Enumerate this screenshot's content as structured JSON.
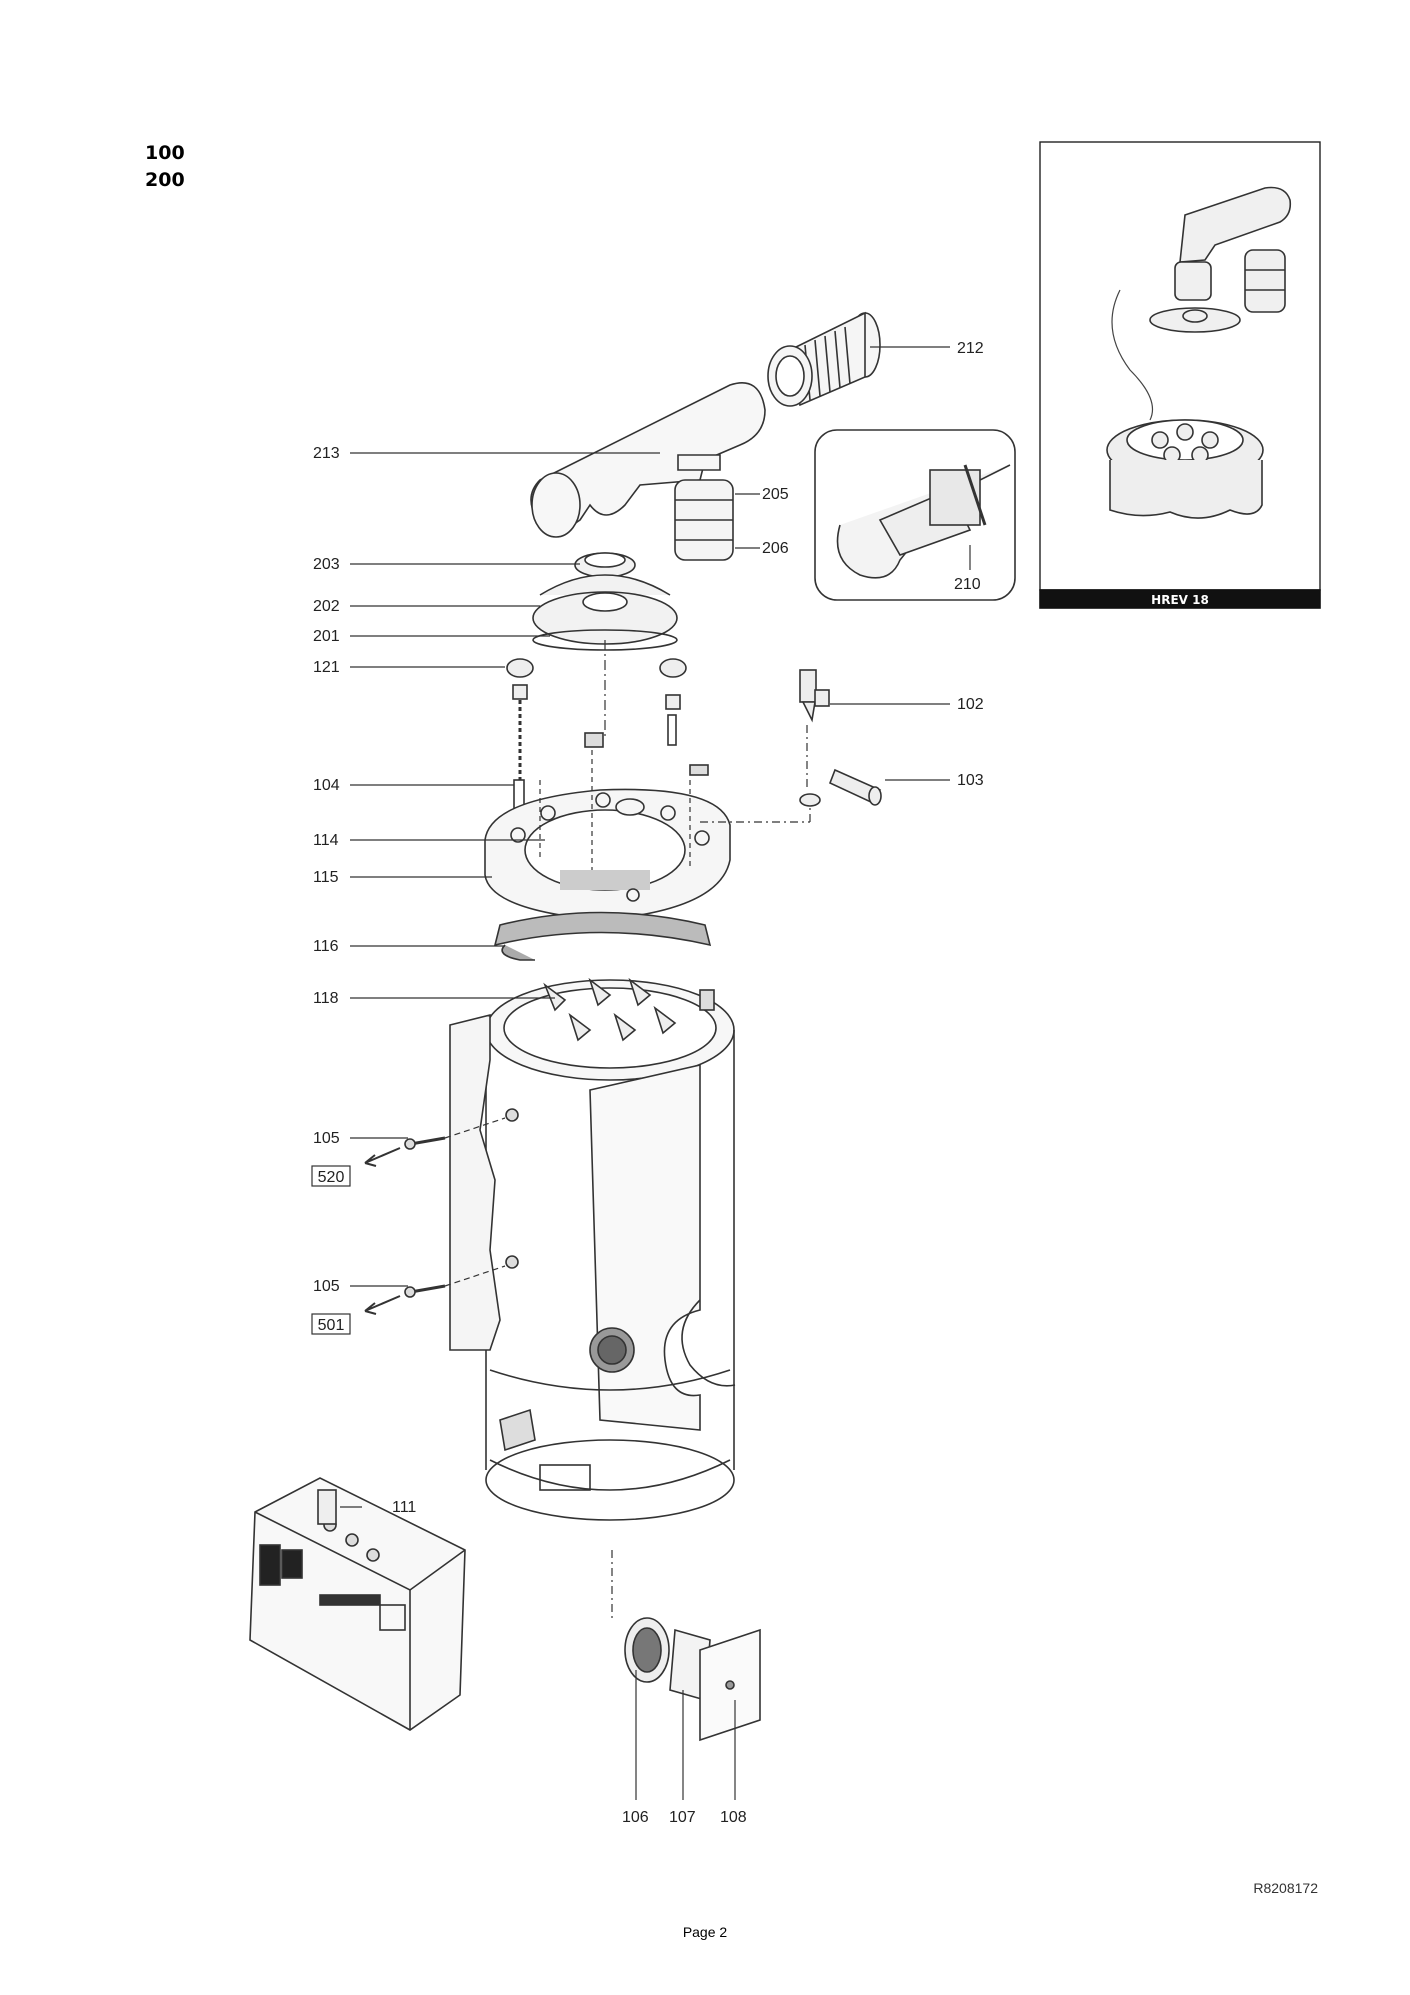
{
  "header": {
    "codes": [
      "100",
      "200"
    ]
  },
  "inset": {
    "title": "HREV 18"
  },
  "callouts": {
    "c212": "212",
    "c213": "213",
    "c205": "205",
    "c206": "206",
    "c210": "210",
    "c203": "203",
    "c202": "202",
    "c201": "201",
    "c121": "121",
    "c102": "102",
    "c104": "104",
    "c103": "103",
    "c114": "114",
    "c115": "115",
    "c116": "116",
    "c118": "118",
    "c105a": "105",
    "c105b": "105",
    "c111": "111",
    "c106": "106",
    "c107": "107",
    "c108": "108"
  },
  "boxed_refs": {
    "r520": "520",
    "r501": "501"
  },
  "footer": {
    "ref_code": "R8208172",
    "page_label": "Page 2"
  }
}
